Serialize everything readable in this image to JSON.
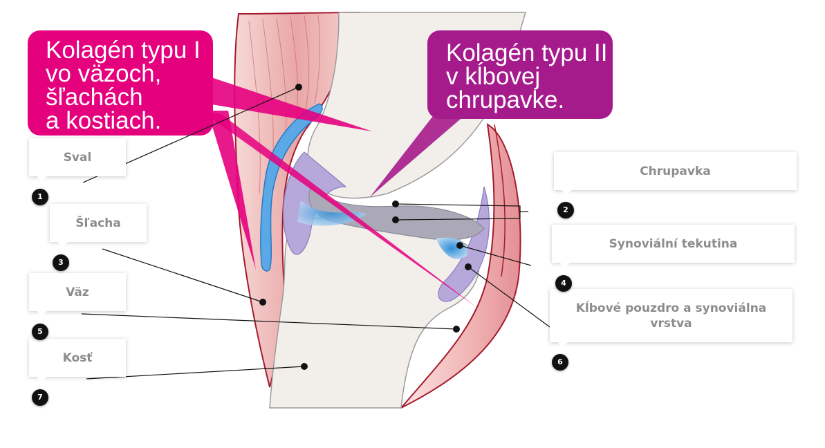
{
  "callouts": {
    "type_one": [
      "Kolagén typu I",
      "vo väzoch,",
      "šľachách",
      "a kostiach."
    ],
    "type_two": [
      "Kolagén typu II",
      "v kĺbovej",
      "chrupavke."
    ]
  },
  "labels": [
    {
      "id": "sval",
      "text": "Sval",
      "number": "1"
    },
    {
      "id": "chrupavka",
      "text": "Chrupavka",
      "number": "2"
    },
    {
      "id": "slacha",
      "text": "Šľacha",
      "number": "3"
    },
    {
      "id": "synovialni-tekutina",
      "text": "Synoviální tekutina",
      "number": "4"
    },
    {
      "id": "vaz",
      "text": "Väz",
      "number": "5"
    },
    {
      "id": "klbove-pouzdro",
      "text": "Kĺbové pouzdro a synoviálna vrstva",
      "number": "6"
    },
    {
      "id": "kost",
      "text": "Kosť",
      "number": "7"
    }
  ],
  "colors": {
    "callout_one": "#e5007e",
    "callout_two": "#a61b8c",
    "bone": "#f2efeb",
    "cartilage": "#a8a6b5",
    "synovial_fluid": "#4aa3e0",
    "capsule": "#b7a8da",
    "muscle": "#e7a8a8",
    "ligament_outline": "#a31a2e"
  }
}
